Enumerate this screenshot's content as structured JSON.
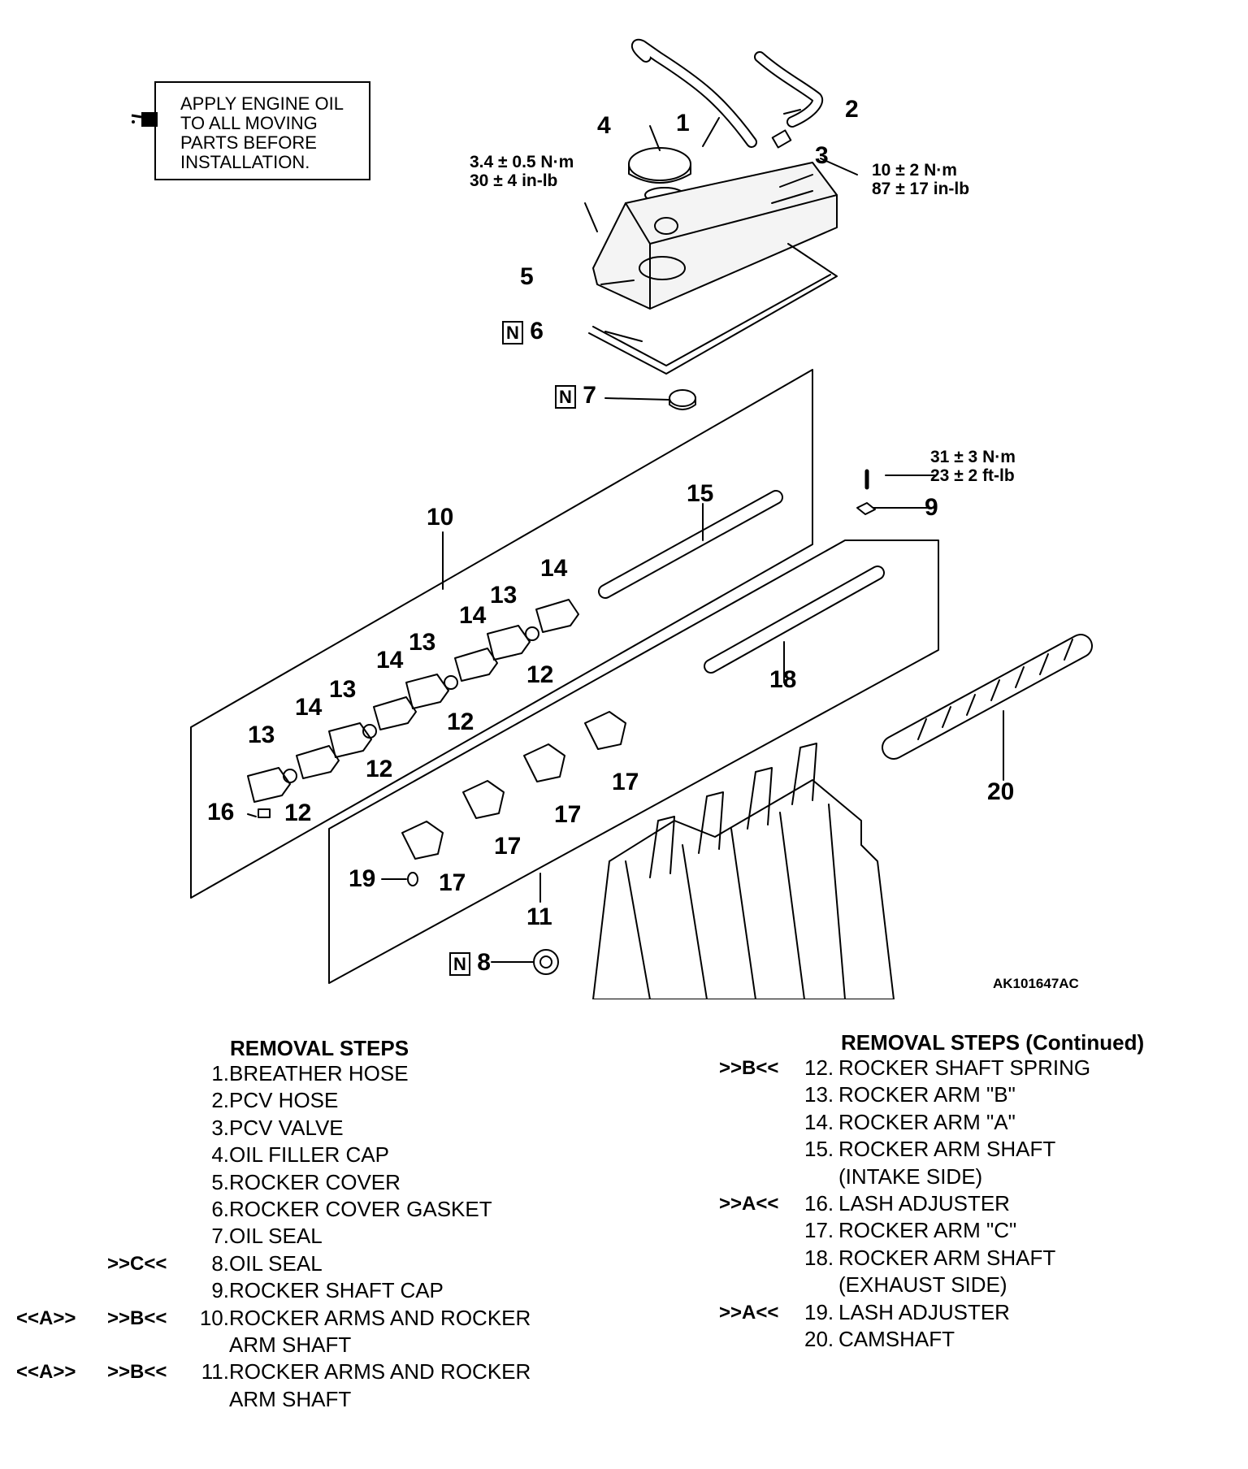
{
  "note": {
    "icon": "oil-can-icon",
    "text": "APPLY ENGINE OIL\nTO ALL MOVING\nPARTS BEFORE\nINSTALLATION."
  },
  "callouts": {
    "c1": "1",
    "c2": "2",
    "c3": "3",
    "c4": "4",
    "c5": "5",
    "c6": "6",
    "c7": "7",
    "c8": "8",
    "c9": "9",
    "c10": "10",
    "c11": "11",
    "c15": "15",
    "c16": "16",
    "c18": "18",
    "c19": "19",
    "c20": "20",
    "c12": "12",
    "c13": "13",
    "c14": "14",
    "c17": "17",
    "n_marker": "N"
  },
  "torque_specs": {
    "rocker_cover_bolt": "3.4 ± 0.5 N·m\n30 ± 4 in-lb",
    "pcv_valve": "10 ± 2 N·m\n87 ± 17 in-lb",
    "rocker_shaft_bolt": "31 ± 3 N·m\n23 ± 2 ft-lb"
  },
  "drawing_code": "AK101647AC",
  "removal_steps": {
    "title": "REMOVAL STEPS",
    "title_continued": "REMOVAL STEPS (Continued)",
    "left": [
      {
        "num": "1.",
        "text": "BREATHER HOSE",
        "mark1": "",
        "mark2": ""
      },
      {
        "num": "2.",
        "text": "PCV HOSE",
        "mark1": "",
        "mark2": ""
      },
      {
        "num": "3.",
        "text": "PCV VALVE",
        "mark1": "",
        "mark2": ""
      },
      {
        "num": "4.",
        "text": "OIL FILLER CAP",
        "mark1": "",
        "mark2": ""
      },
      {
        "num": "5.",
        "text": "ROCKER COVER",
        "mark1": "",
        "mark2": ""
      },
      {
        "num": "6.",
        "text": "ROCKER COVER GASKET",
        "mark1": "",
        "mark2": ""
      },
      {
        "num": "7.",
        "text": "OIL SEAL",
        "mark1": "",
        "mark2": ""
      },
      {
        "num": "8.",
        "text": "OIL SEAL",
        "mark1": "",
        "mark2": ">>C<<"
      },
      {
        "num": "9.",
        "text": "ROCKER SHAFT CAP",
        "mark1": "",
        "mark2": ""
      },
      {
        "num": "10.",
        "text": "ROCKER ARMS AND ROCKER",
        "mark1": "<<A>>",
        "mark2": ">>B<<"
      },
      {
        "num": "",
        "text": "ARM SHAFT",
        "mark1": "",
        "mark2": ""
      },
      {
        "num": "11.",
        "text": "ROCKER ARMS AND ROCKER",
        "mark1": "<<A>>",
        "mark2": ">>B<<"
      },
      {
        "num": "",
        "text": "ARM SHAFT",
        "mark1": "",
        "mark2": ""
      }
    ],
    "right": [
      {
        "num": "12.",
        "text": "ROCKER SHAFT SPRING",
        "mark": ">>B<<"
      },
      {
        "num": "13.",
        "text": "ROCKER ARM \"B\"",
        "mark": ""
      },
      {
        "num": "14.",
        "text": "ROCKER ARM \"A\"",
        "mark": ""
      },
      {
        "num": "15.",
        "text": "ROCKER ARM SHAFT",
        "mark": ""
      },
      {
        "num": "",
        "text": "(INTAKE SIDE)",
        "mark": ""
      },
      {
        "num": "16.",
        "text": "LASH ADJUSTER",
        "mark": ">>A<<"
      },
      {
        "num": "17.",
        "text": "ROCKER ARM \"C\"",
        "mark": ""
      },
      {
        "num": "18.",
        "text": "ROCKER ARM SHAFT",
        "mark": ""
      },
      {
        "num": "",
        "text": "(EXHAUST SIDE)",
        "mark": ""
      },
      {
        "num": "19.",
        "text": "LASH ADJUSTER",
        "mark": ">>A<<"
      },
      {
        "num": "20.",
        "text": "CAMSHAFT",
        "mark": ""
      }
    ]
  }
}
